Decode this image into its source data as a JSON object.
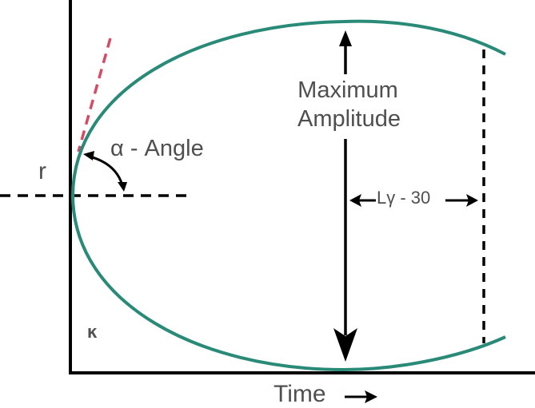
{
  "diagram": {
    "labels": {
      "r": "r",
      "angle": "α - Angle",
      "max_amplitude_line1": "Maximum",
      "max_amplitude_line2": "Amplitude",
      "ly": "Lγ - 30",
      "kappa": "ĸ",
      "time": "Time"
    },
    "colors": {
      "curve": "#2a8a78",
      "tangent": "#d64a63",
      "axes": "#000000",
      "text": "#4f4f4f"
    },
    "elements": {
      "curve": "sideways parabolic arc opening to the right, vertex at left near axis",
      "tangent": "red dashed tangent line at upper-left of curve",
      "angle_arc": "double-headed curved arrow between tangent and horizontal dashed line",
      "amplitude_arrow": "double-headed vertical arrow spanning curve height",
      "ly_arrow": "double-headed horizontal arrow between amplitude arrow and dashed vertical line",
      "time_arrow": "right-pointing arrow after Time label"
    }
  }
}
